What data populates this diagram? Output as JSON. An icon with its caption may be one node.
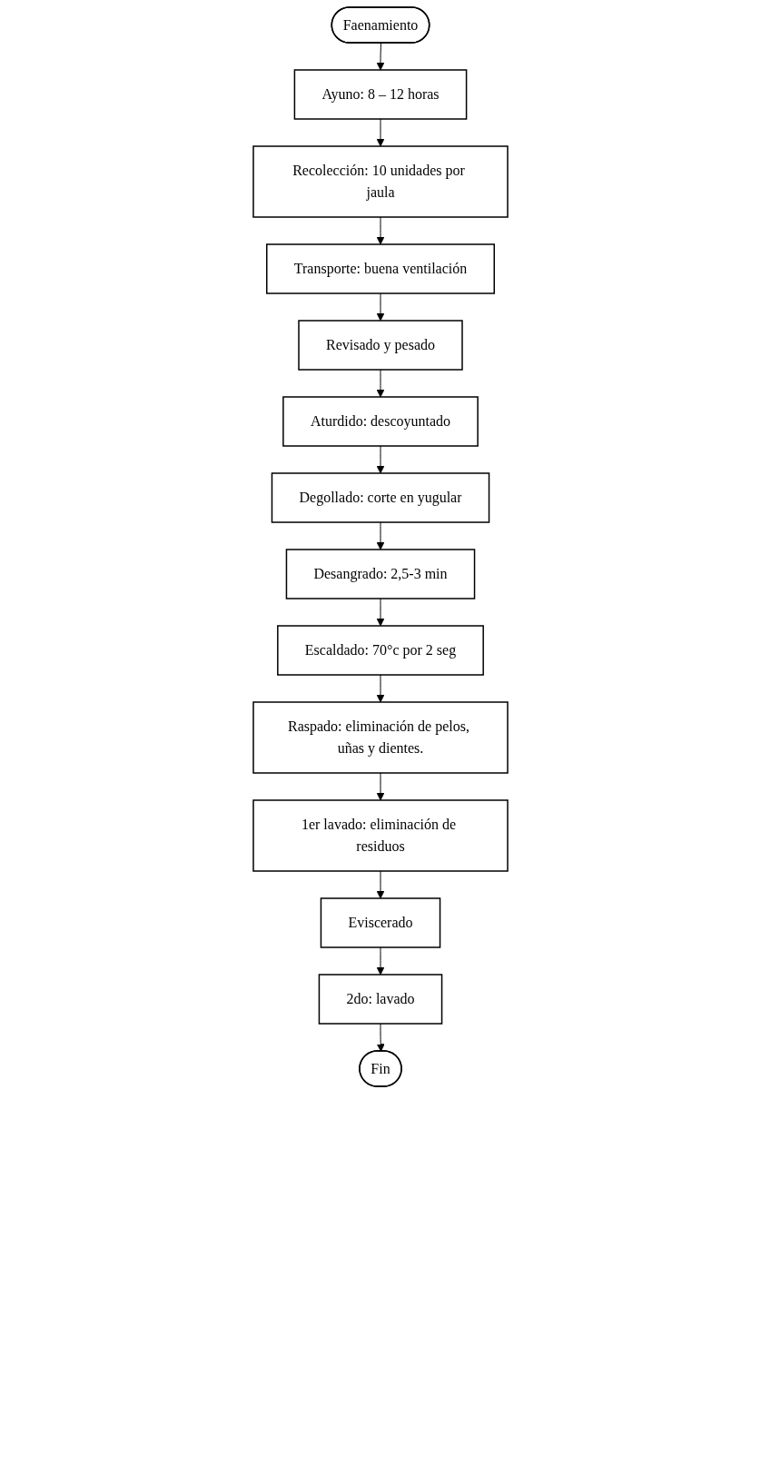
{
  "diagram": {
    "nodes": [
      {
        "text": [
          "Faenamiento"
        ]
      },
      {
        "text": [
          "Ayuno: 8 – 12 horas"
        ]
      },
      {
        "text": [
          "Recolección: 10 unidades por jaula"
        ]
      },
      {
        "text": [
          "Transporte: buena ventilación"
        ]
      },
      {
        "text": [
          "Revisado y pesado"
        ]
      },
      {
        "text": [
          "Aturdido: descoyuntado"
        ]
      },
      {
        "text": [
          "Degollado: corte en yugular"
        ]
      },
      {
        "text": [
          "Desangrado: 2,5-3 min"
        ]
      },
      {
        "text": [
          "Escaldado: 70°c por 2 seg"
        ]
      },
      {
        "text": [
          "Raspado: eliminación de pelos, uñas y dientes."
        ]
      },
      {
        "text": [
          "1er lavado: eliminación de residuos"
        ]
      },
      {
        "text": [
          "Eviscerado"
        ]
      },
      {
        "text": [
          "2do: lavado"
        ]
      },
      {
        "text": [
          "Fin"
        ]
      }
    ],
    "edges": [
      {
        "from": 0,
        "to": 1,
        "arrow": "to"
      },
      {
        "from": 1,
        "to": 2,
        "arrow": "to"
      },
      {
        "from": 2,
        "to": 3,
        "arrow": "to"
      },
      {
        "from": 3,
        "to": 4,
        "arrow": "to"
      },
      {
        "from": 4,
        "to": 5,
        "arrow": "to"
      },
      {
        "from": 5,
        "to": 6,
        "arrow": "to"
      },
      {
        "from": 6,
        "to": 7,
        "arrow": "to"
      },
      {
        "from": 7,
        "to": 8,
        "arrow": "to"
      },
      {
        "from": 8,
        "to": 9,
        "arrow": "to"
      },
      {
        "from": 9,
        "to": 10,
        "arrow": "to"
      },
      {
        "from": 10,
        "to": 11,
        "arrow": "to"
      },
      {
        "from": 11,
        "to": 12,
        "arrow": "to"
      },
      {
        "from": 12,
        "to": 13,
        "arrow": "to"
      }
    ]
  }
}
